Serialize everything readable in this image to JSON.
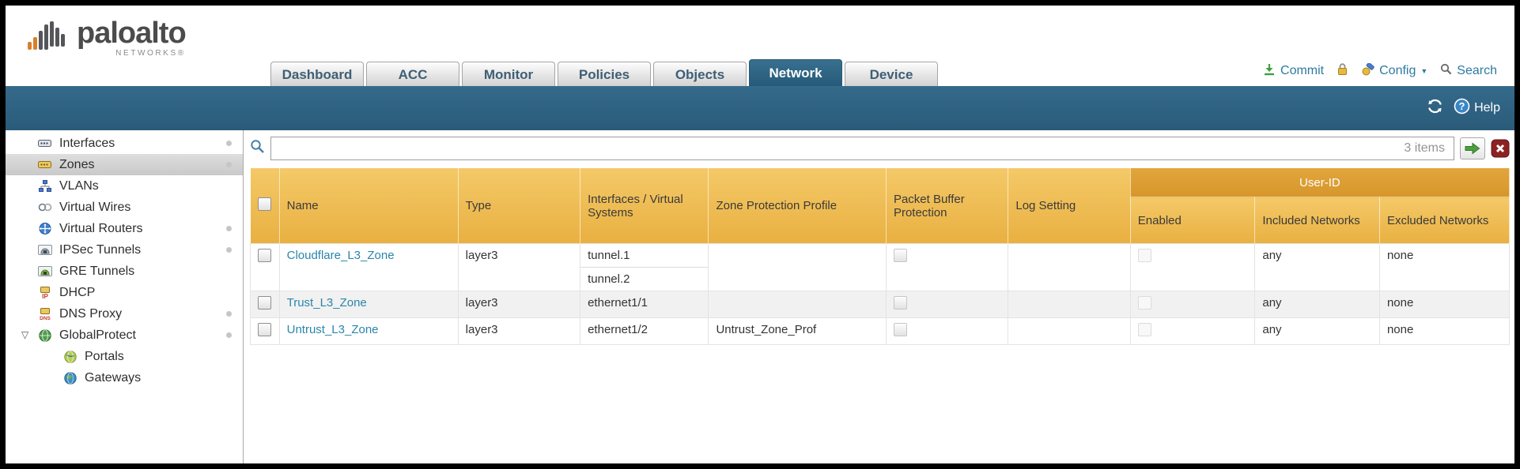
{
  "brand": {
    "wordmark": "paloalto",
    "tagline": "NETWORKS®"
  },
  "nav": {
    "tabs": [
      {
        "label": "Dashboard",
        "active": false
      },
      {
        "label": "ACC",
        "active": false
      },
      {
        "label": "Monitor",
        "active": false
      },
      {
        "label": "Policies",
        "active": false
      },
      {
        "label": "Objects",
        "active": false
      },
      {
        "label": "Network",
        "active": true
      },
      {
        "label": "Device",
        "active": false
      }
    ],
    "actions": {
      "commit_label": "Commit",
      "config_label": "Config",
      "search_label": "Search"
    }
  },
  "subheader": {
    "help_label": "Help"
  },
  "sidebar": {
    "items": [
      {
        "label": "Interfaces",
        "icon": "interfaces-icon",
        "dot": true,
        "selected": false,
        "indent": 0
      },
      {
        "label": "Zones",
        "icon": "zones-icon",
        "dot": true,
        "selected": true,
        "indent": 0
      },
      {
        "label": "VLANs",
        "icon": "vlans-icon",
        "dot": false,
        "selected": false,
        "indent": 0
      },
      {
        "label": "Virtual Wires",
        "icon": "virtual-wires-icon",
        "dot": false,
        "selected": false,
        "indent": 0
      },
      {
        "label": "Virtual Routers",
        "icon": "virtual-routers-icon",
        "dot": true,
        "selected": false,
        "indent": 0
      },
      {
        "label": "IPSec Tunnels",
        "icon": "ipsec-tunnels-icon",
        "dot": true,
        "selected": false,
        "indent": 0
      },
      {
        "label": "GRE Tunnels",
        "icon": "gre-tunnels-icon",
        "dot": false,
        "selected": false,
        "indent": 0
      },
      {
        "label": "DHCP",
        "icon": "dhcp-icon",
        "dot": false,
        "selected": false,
        "indent": 0
      },
      {
        "label": "DNS Proxy",
        "icon": "dns-proxy-icon",
        "dot": true,
        "selected": false,
        "indent": 0
      },
      {
        "label": "GlobalProtect",
        "icon": "globalprotect-icon",
        "dot": true,
        "selected": false,
        "indent": 0,
        "expanded": true
      },
      {
        "label": "Portals",
        "icon": "portals-icon",
        "dot": false,
        "selected": false,
        "indent": 1
      },
      {
        "label": "Gateways",
        "icon": "gateways-icon",
        "dot": false,
        "selected": false,
        "indent": 1
      }
    ]
  },
  "filter": {
    "value": "",
    "items_count": "3 items"
  },
  "table": {
    "group_header": "User-ID",
    "columns": [
      "Name",
      "Type",
      "Interfaces / Virtual Systems",
      "Zone Protection Profile",
      "Packet Buffer Protection",
      "Log Setting",
      "Enabled",
      "Included Networks",
      "Excluded Networks"
    ],
    "rows": [
      {
        "name": "Cloudflare_L3_Zone",
        "type": "layer3",
        "interfaces": [
          "tunnel.1",
          "tunnel.2"
        ],
        "zone_protection_profile": "",
        "log_setting": "",
        "included_networks": "any",
        "excluded_networks": "none"
      },
      {
        "name": "Trust_L3_Zone",
        "type": "layer3",
        "interfaces": [
          "ethernet1/1"
        ],
        "zone_protection_profile": "",
        "log_setting": "",
        "included_networks": "any",
        "excluded_networks": "none"
      },
      {
        "name": "Untrust_L3_Zone",
        "type": "layer3",
        "interfaces": [
          "ethernet1/2"
        ],
        "zone_protection_profile": "Untrust_Zone_Prof",
        "log_setting": "",
        "included_networks": "any",
        "excluded_networks": "none"
      }
    ]
  },
  "colors": {
    "band_teal": "#2d607f",
    "active_tab": "#2b5e7d",
    "header_gold": "#edb94c",
    "user_id_gold": "#dfa032",
    "link_teal": "#2b85ab",
    "commit_green": "#3f9e3f",
    "clear_red": "#8e2222"
  }
}
